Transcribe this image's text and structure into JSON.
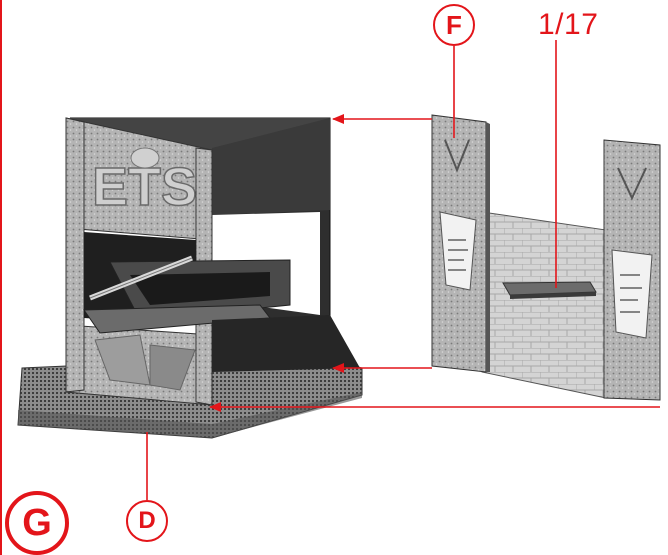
{
  "callouts": {
    "f": "F",
    "d": "D",
    "g": "G",
    "step": "1/17"
  },
  "sign_text": "ETS",
  "colors": {
    "accent": "#e3151a",
    "panel": "#9a9a9a",
    "dark": "#2e2e2e"
  }
}
